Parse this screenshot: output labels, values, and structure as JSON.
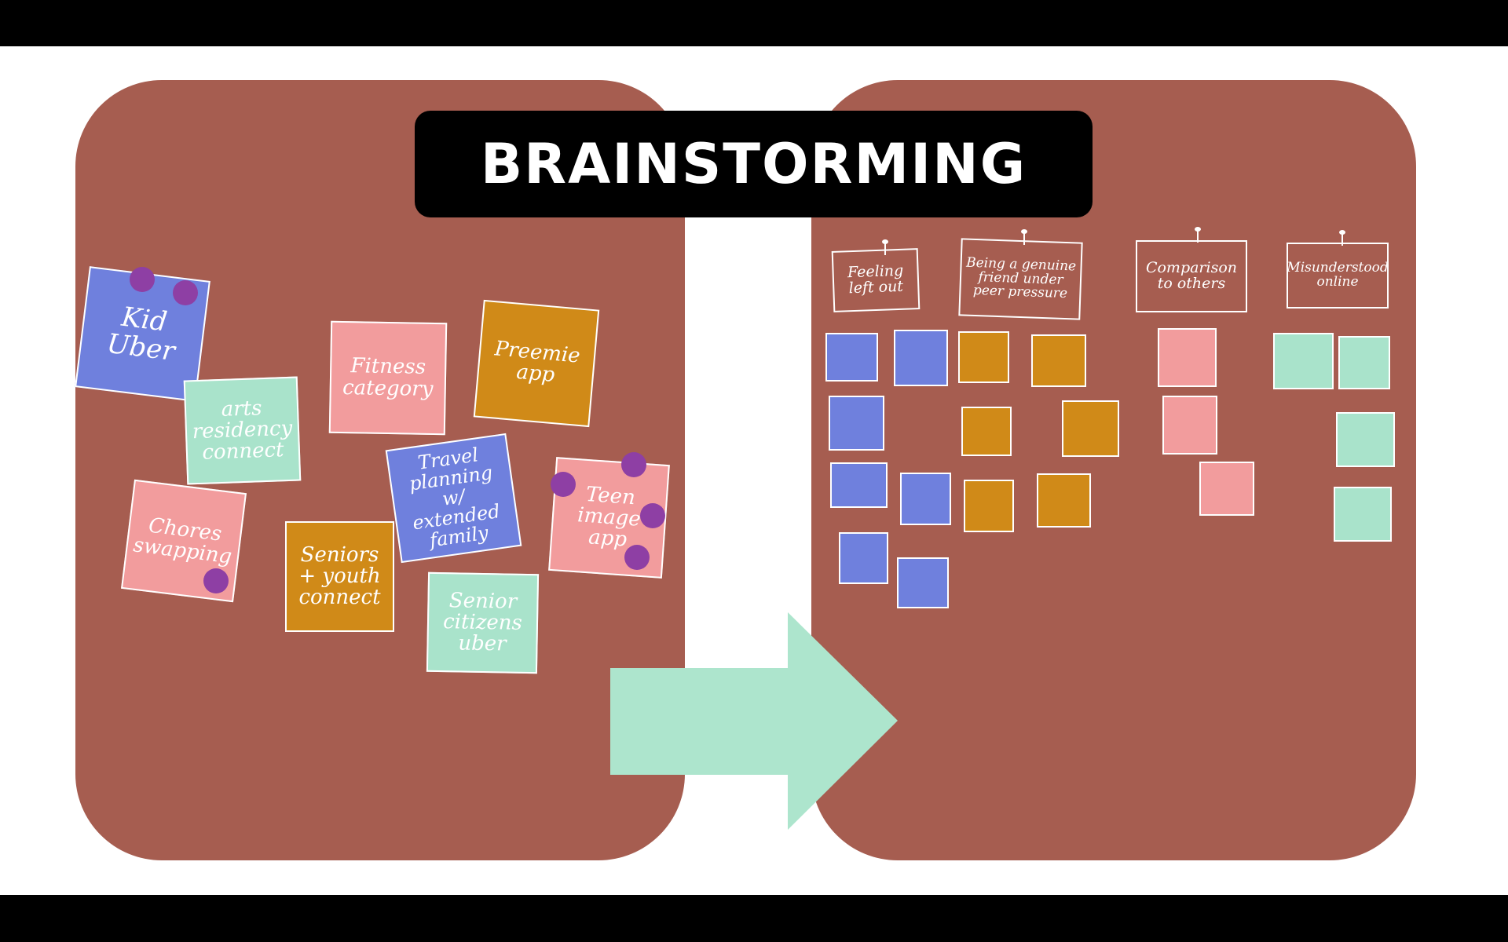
{
  "title": "BRAINSTORMING",
  "colors": {
    "board": "#a65d50",
    "blue": "#6f80dd",
    "pink": "#f29c9d",
    "mint": "#a9e3cb",
    "ochre": "#d08a18",
    "pin": "#8e3fa4",
    "arrow": "#ade5cd"
  },
  "ideas": [
    {
      "text": "Kid Uber"
    },
    {
      "text": "arts residency connect"
    },
    {
      "text": "Fitness category"
    },
    {
      "text": "Preemie app"
    },
    {
      "text": "Chores swapping"
    },
    {
      "text": "Seniors + youth connect"
    },
    {
      "text": "Travel planning w/ extended family"
    },
    {
      "text": "Teen image app"
    },
    {
      "text": "Senior citizens uber"
    }
  ],
  "categories": [
    {
      "label": "Feeling left out"
    },
    {
      "label": "Being a genuine friend under peer pressure"
    },
    {
      "label": "Comparison to others"
    },
    {
      "label": "Misunderstood online"
    }
  ]
}
